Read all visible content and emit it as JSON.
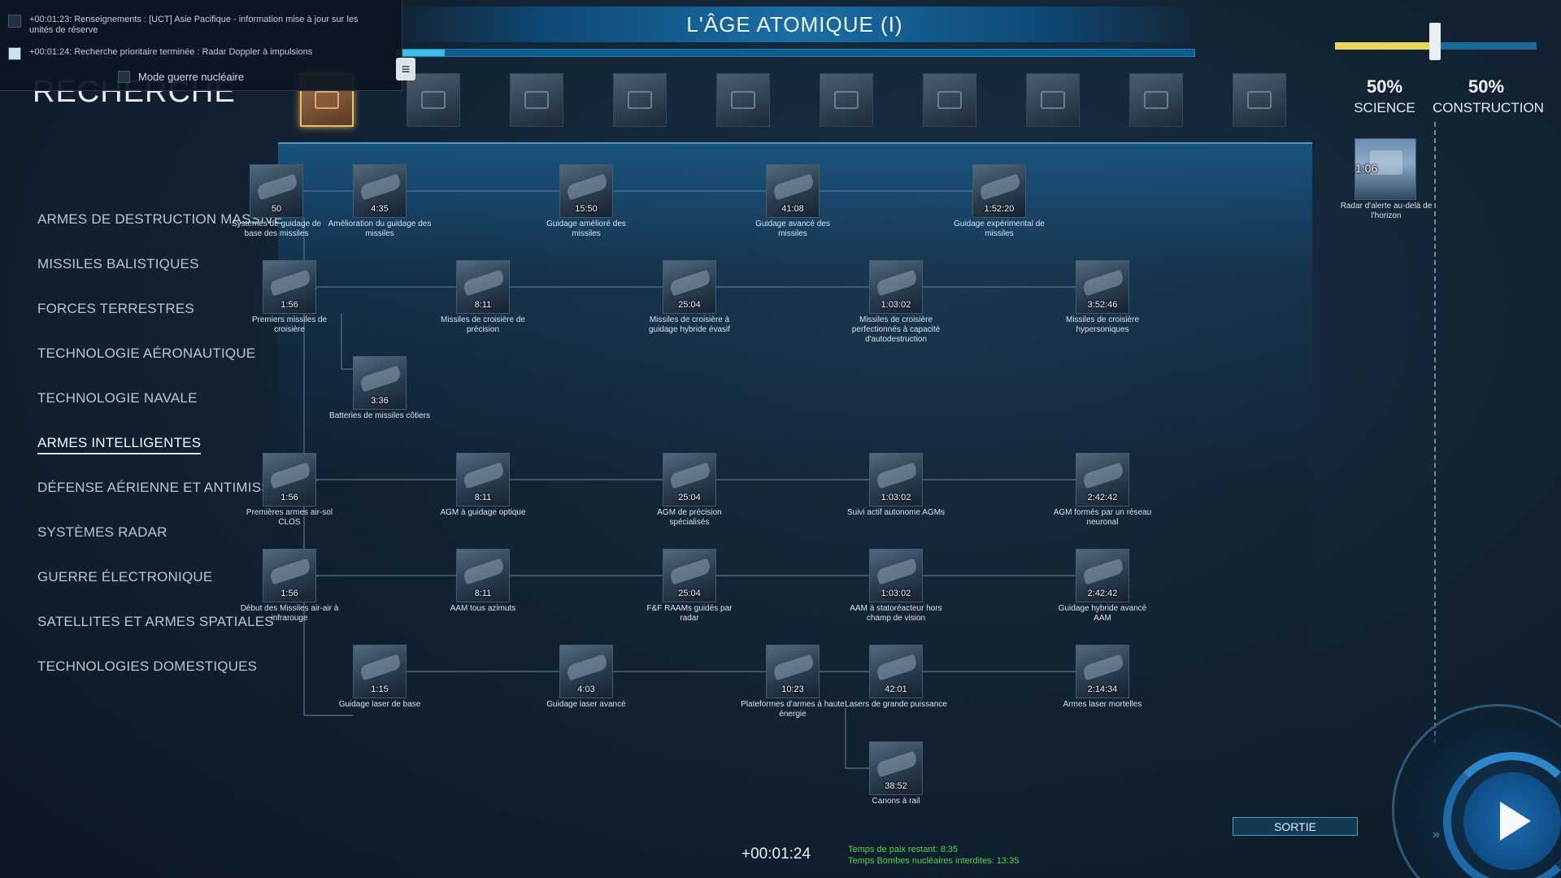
{
  "notifications": [
    {
      "text": "+00:01:23: Renseignements : [UCT] Asie Pacifique - information mise à jour sur les unités de réserve"
    },
    {
      "text": "+00:01:24: Recherche prioritaire terminée : Radar Doppler à impulsions"
    }
  ],
  "nuclear_mode_label": "Mode guerre nucléaire",
  "research_title": "RECHERCHE",
  "era": {
    "title": "L'ÂGE ATOMIQUE (I)",
    "progress": 0.06
  },
  "ratio": {
    "science_pct": "50%",
    "science_label": "SCIENCE",
    "construction_pct": "50%",
    "construction_label": "CONSTRUCTION",
    "value": 0.5
  },
  "era_tabs": [
    "radio-era-icon",
    "cassette-era-icon",
    "console-era-icon",
    "mobile-phone-era-icon",
    "pc-era-icon",
    "laptop-era-icon",
    "smartphone-era-icon",
    "smartwatch-era-icon",
    "drone-era-icon",
    "futuristic-era-icon"
  ],
  "categories": [
    "ARMES DE DESTRUCTION MASSIVE",
    "MISSILES BALISTIQUES",
    "FORCES TERRESTRES",
    "TECHNOLOGIE AÉRONAUTIQUE",
    "TECHNOLOGIE NAVALE",
    "ARMES INTELLIGENTES",
    "DÉFENSE AÉRIENNE ET ANTIMISSILE",
    "SYSTÈMES RADAR",
    "GUERRE ÉLECTRONIQUE",
    "SATELLITES ET ARMES SPATIALES",
    "TECHNOLOGIES DOMESTIQUES"
  ],
  "selected_category": "ARMES INTELLIGENTES",
  "techs": [
    {
      "time": "50",
      "label": "Systèmes de guidage de base des missiles"
    },
    {
      "time": "4:35",
      "label": "Amélioration du guidage des missiles"
    },
    {
      "time": "15:50",
      "label": "Guidage amélioré des missiles"
    },
    {
      "time": "41:08",
      "label": "Guidage avancé des missiles"
    },
    {
      "time": "1:52:20",
      "label": "Guidage expérimental de missiles"
    },
    {
      "time": "1:56",
      "label": "Premiers missiles de croisière"
    },
    {
      "time": "8:11",
      "label": "Missiles de croisière de précision"
    },
    {
      "time": "25:04",
      "label": "Missiles de croisière à guidage hybride évasif"
    },
    {
      "time": "1:03:02",
      "label": "Missiles de croisière perfectionnés à capacité d'autodestruction"
    },
    {
      "time": "3:52:46",
      "label": "Missiles de croisière hypersoniques"
    },
    {
      "time": "3:36",
      "label": "Batteries de missiles côtiers"
    },
    {
      "time": "1:56",
      "label": "Premières armes air-sol CLOS"
    },
    {
      "time": "8:11",
      "label": "AGM à guidage optique"
    },
    {
      "time": "25:04",
      "label": "AGM de précision spécialisés"
    },
    {
      "time": "1:03:02",
      "label": "Suivi actif autonome AGMs"
    },
    {
      "time": "2:42:42",
      "label": "AGM formés par un réseau neuronal"
    },
    {
      "time": "1:56",
      "label": "Début des Missiles air-air à infrarouge"
    },
    {
      "time": "8:11",
      "label": "AAM tous azimuts"
    },
    {
      "time": "25:04",
      "label": "F&F RAAMs guidés par radar"
    },
    {
      "time": "1:03:02",
      "label": "AAM à statoréacteur hors champ de vision"
    },
    {
      "time": "2:42:42",
      "label": "Guidage hybride avancé AAM"
    },
    {
      "time": "1:15",
      "label": "Guidage laser de base"
    },
    {
      "time": "4:03",
      "label": "Guidage laser avancé"
    },
    {
      "time": "10:23",
      "label": "Plateformes d'armes à haute énergie"
    },
    {
      "time": "42:01",
      "label": "Lasers de grande puissance"
    },
    {
      "time": "2:14:34",
      "label": "Armes laser mortelles"
    },
    {
      "time": "38:52",
      "label": "Canons à rail"
    }
  ],
  "queued": {
    "time": "1:06",
    "label": "Radar d'alerte au-delà de l'horizon"
  },
  "exit_label": "SORTIE",
  "clock": "+00:01:24",
  "peace_time": "Temps de paix restant: 8:35",
  "nuke_ban": "Temps Bombes nucléaires interdites: 13:35",
  "accent": "#1a6ea6",
  "highlight": "#e4c060",
  "status_green": "#4fd24f"
}
